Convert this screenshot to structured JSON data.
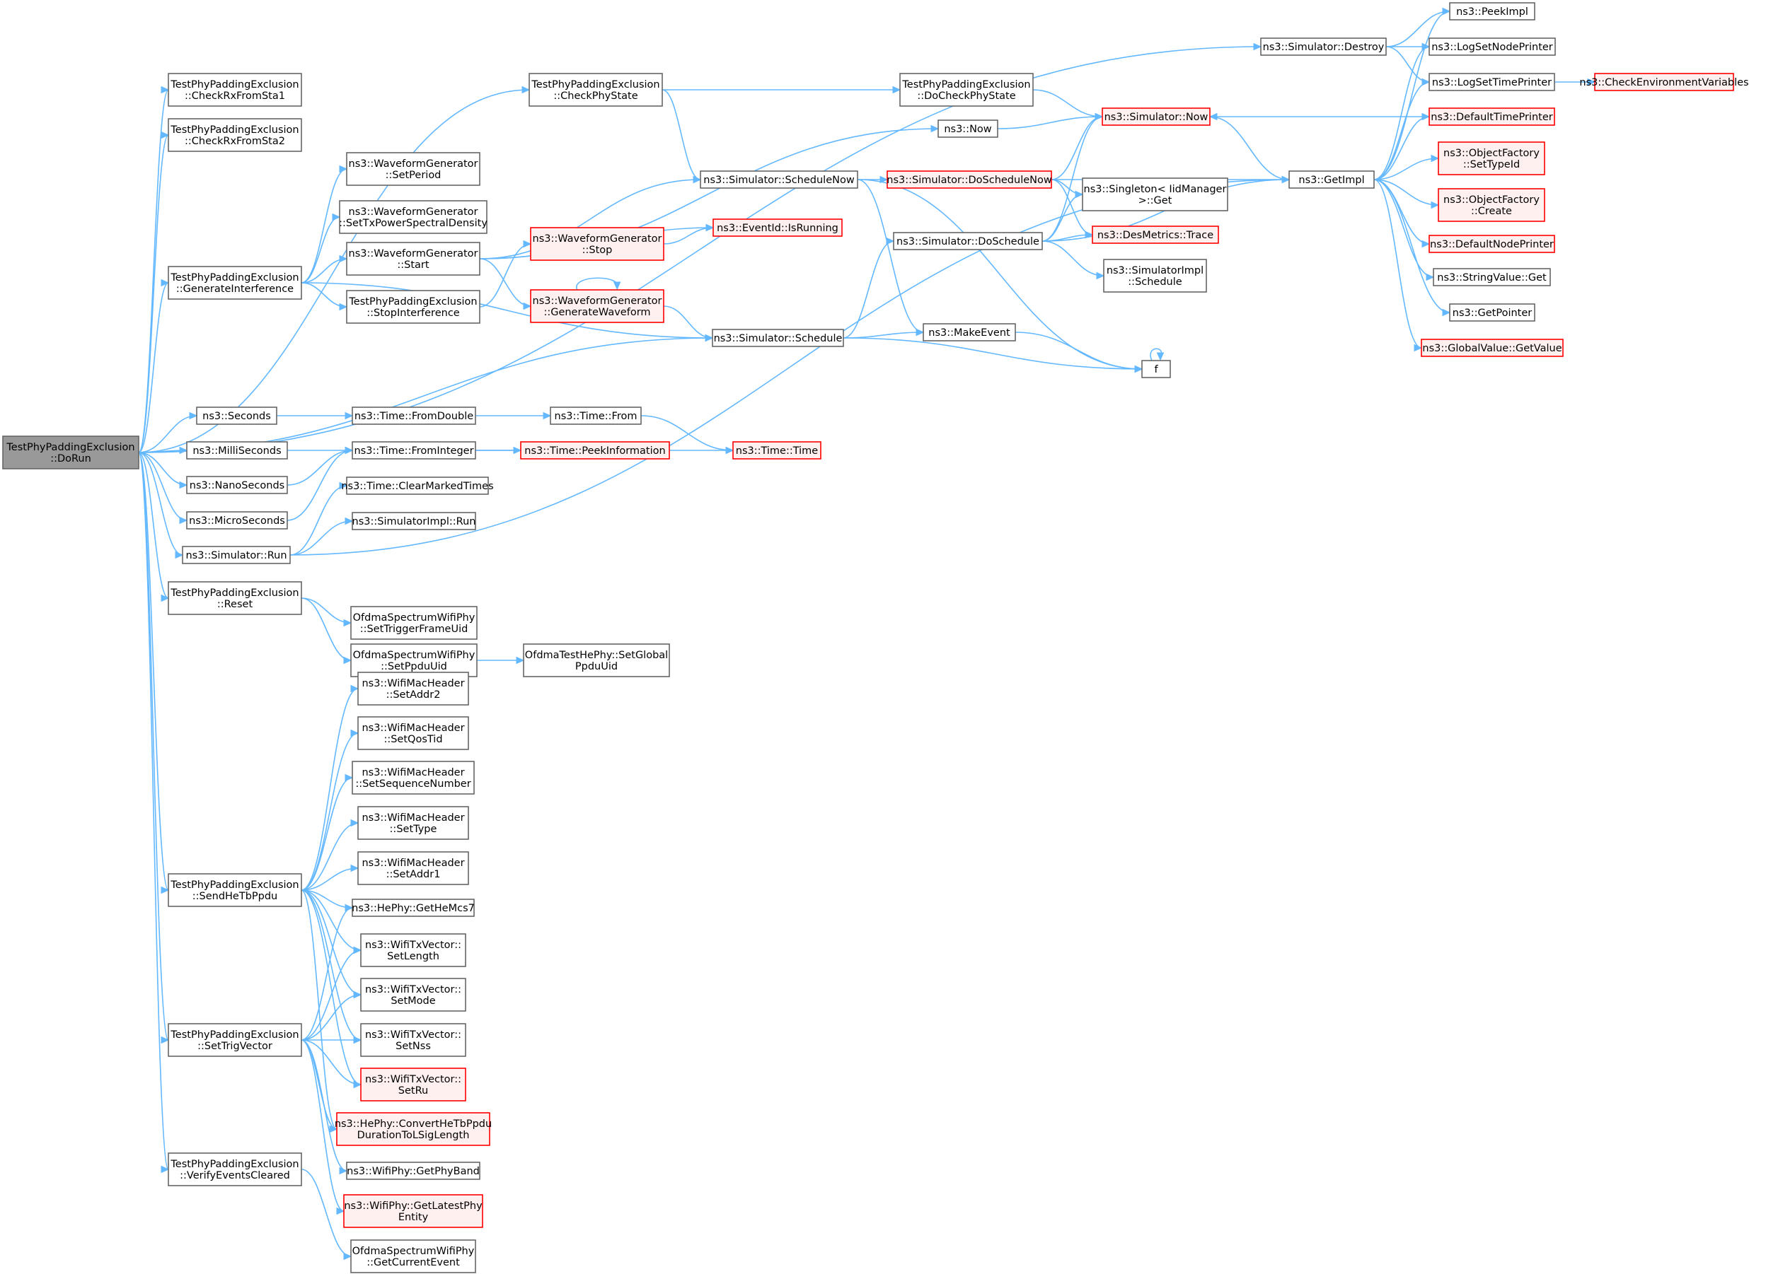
{
  "colors": {
    "edge": "#63b8ff",
    "border_normal": "#666666",
    "border_truncated": "#ff0000",
    "fill_normal": "#ffffff",
    "fill_truncated": "#fff0f0",
    "fill_root": "#999999"
  },
  "nodes": [
    {
      "id": "dorun",
      "lines": [
        "TestPhyPaddingExclusion",
        "::DoRun"
      ],
      "kind": "root"
    },
    {
      "id": "destroy",
      "lines": [
        "ns3::Simulator::Destroy"
      ],
      "kind": "normal"
    },
    {
      "id": "checkrx1",
      "lines": [
        "TestPhyPaddingExclusion",
        "::CheckRxFromSta1"
      ],
      "kind": "normal"
    },
    {
      "id": "checkrx2",
      "lines": [
        "TestPhyPaddingExclusion",
        "::CheckRxFromSta2"
      ],
      "kind": "normal"
    },
    {
      "id": "checkphy",
      "lines": [
        "TestPhyPaddingExclusion",
        "::CheckPhyState"
      ],
      "kind": "normal"
    },
    {
      "id": "docheckphy",
      "lines": [
        "TestPhyPaddingExclusion",
        "::DoCheckPhyState"
      ],
      "kind": "normal"
    },
    {
      "id": "peekimpl",
      "lines": [
        "ns3::PeekImpl"
      ],
      "kind": "normal"
    },
    {
      "id": "lognode",
      "lines": [
        "ns3::LogSetNodePrinter"
      ],
      "kind": "normal"
    },
    {
      "id": "logtime",
      "lines": [
        "ns3::LogSetTimePrinter"
      ],
      "kind": "normal"
    },
    {
      "id": "checkenv",
      "lines": [
        "ns3::CheckEnvironmentVariables"
      ],
      "kind": "truncated"
    },
    {
      "id": "simnow",
      "lines": [
        "ns3::Simulator::Now"
      ],
      "kind": "truncated"
    },
    {
      "id": "deftimep",
      "lines": [
        "ns3::DefaultTimePrinter"
      ],
      "kind": "truncated"
    },
    {
      "id": "now",
      "lines": [
        "ns3::Now"
      ],
      "kind": "normal"
    },
    {
      "id": "setperiod",
      "lines": [
        "ns3::WaveformGenerator",
        "::SetPeriod"
      ],
      "kind": "normal"
    },
    {
      "id": "settxpsd",
      "lines": [
        "ns3::WaveformGenerator",
        "::SetTxPowerSpectralDensity"
      ],
      "kind": "normal"
    },
    {
      "id": "schednow",
      "lines": [
        "ns3::Simulator::ScheduleNow"
      ],
      "kind": "normal"
    },
    {
      "id": "doschednow",
      "lines": [
        "ns3::Simulator::DoScheduleNow"
      ],
      "kind": "truncated"
    },
    {
      "id": "getimpl",
      "lines": [
        "ns3::GetImpl"
      ],
      "kind": "normal"
    },
    {
      "id": "setypeid",
      "lines": [
        "ns3::ObjectFactory",
        "::SetTypeId"
      ],
      "kind": "truncated"
    },
    {
      "id": "singleton",
      "lines": [
        "ns3::Singleton< IidManager",
        ">::Get"
      ],
      "kind": "normal"
    },
    {
      "id": "ofcreate",
      "lines": [
        "ns3::ObjectFactory",
        "::Create"
      ],
      "kind": "truncated"
    },
    {
      "id": "wgstart",
      "lines": [
        "ns3::WaveformGenerator",
        "::Start"
      ],
      "kind": "normal"
    },
    {
      "id": "isrunning",
      "lines": [
        "ns3::EventId::IsRunning"
      ],
      "kind": "truncated"
    },
    {
      "id": "wgstop",
      "lines": [
        "ns3::WaveformGenerator",
        "::Stop"
      ],
      "kind": "truncated"
    },
    {
      "id": "dosched",
      "lines": [
        "ns3::Simulator::DoSchedule"
      ],
      "kind": "normal"
    },
    {
      "id": "destrace",
      "lines": [
        "ns3::DesMetrics::Trace"
      ],
      "kind": "truncated"
    },
    {
      "id": "defnodep",
      "lines": [
        "ns3::DefaultNodePrinter"
      ],
      "kind": "truncated"
    },
    {
      "id": "geninterf",
      "lines": [
        "TestPhyPaddingExclusion",
        "::GenerateInterference"
      ],
      "kind": "normal"
    },
    {
      "id": "implsched",
      "lines": [
        "ns3::SimulatorImpl",
        "::Schedule"
      ],
      "kind": "normal"
    },
    {
      "id": "stopinterf",
      "lines": [
        "TestPhyPaddingExclusion",
        "::StopInterference"
      ],
      "kind": "normal"
    },
    {
      "id": "genwave",
      "lines": [
        "ns3::WaveformGenerator",
        "::GenerateWaveform"
      ],
      "kind": "truncated"
    },
    {
      "id": "strget",
      "lines": [
        "ns3::StringValue::Get"
      ],
      "kind": "normal"
    },
    {
      "id": "getpointer",
      "lines": [
        "ns3::GetPointer"
      ],
      "kind": "normal"
    },
    {
      "id": "makeevent",
      "lines": [
        "ns3::MakeEvent"
      ],
      "kind": "normal"
    },
    {
      "id": "schedule",
      "lines": [
        "ns3::Simulator::Schedule"
      ],
      "kind": "normal"
    },
    {
      "id": "gvget",
      "lines": [
        "ns3::GlobalValue::GetValue"
      ],
      "kind": "truncated"
    },
    {
      "id": "f",
      "lines": [
        "f"
      ],
      "kind": "normal"
    },
    {
      "id": "seconds",
      "lines": [
        "ns3::Seconds"
      ],
      "kind": "normal"
    },
    {
      "id": "fromdouble",
      "lines": [
        "ns3::Time::FromDouble"
      ],
      "kind": "normal"
    },
    {
      "id": "timefrom",
      "lines": [
        "ns3::Time::From"
      ],
      "kind": "normal"
    },
    {
      "id": "millis",
      "lines": [
        "ns3::MilliSeconds"
      ],
      "kind": "normal"
    },
    {
      "id": "fromint",
      "lines": [
        "ns3::Time::FromInteger"
      ],
      "kind": "normal"
    },
    {
      "id": "peekinfo",
      "lines": [
        "ns3::Time::PeekInformation"
      ],
      "kind": "truncated"
    },
    {
      "id": "timetime",
      "lines": [
        "ns3::Time::Time"
      ],
      "kind": "truncated"
    },
    {
      "id": "nanos",
      "lines": [
        "ns3::NanoSeconds"
      ],
      "kind": "normal"
    },
    {
      "id": "clearmarked",
      "lines": [
        "ns3::Time::ClearMarkedTimes"
      ],
      "kind": "normal"
    },
    {
      "id": "micros",
      "lines": [
        "ns3::MicroSeconds"
      ],
      "kind": "normal"
    },
    {
      "id": "implrun",
      "lines": [
        "ns3::SimulatorImpl::Run"
      ],
      "kind": "normal"
    },
    {
      "id": "simrun",
      "lines": [
        "ns3::Simulator::Run"
      ],
      "kind": "normal"
    },
    {
      "id": "reset",
      "lines": [
        "TestPhyPaddingExclusion",
        "::Reset"
      ],
      "kind": "normal"
    },
    {
      "id": "settrigger",
      "lines": [
        "OfdmaSpectrumWifiPhy",
        "::SetTriggerFrameUid"
      ],
      "kind": "normal"
    },
    {
      "id": "setppdu",
      "lines": [
        "OfdmaSpectrumWifiPhy",
        "::SetPpduUid"
      ],
      "kind": "normal"
    },
    {
      "id": "setglobal",
      "lines": [
        "OfdmaTestHePhy::SetGlobal",
        "PpduUid"
      ],
      "kind": "normal"
    },
    {
      "id": "addr2",
      "lines": [
        "ns3::WifiMacHeader",
        "::SetAddr2"
      ],
      "kind": "normal"
    },
    {
      "id": "qostid",
      "lines": [
        "ns3::WifiMacHeader",
        "::SetQosTid"
      ],
      "kind": "normal"
    },
    {
      "id": "seqnum",
      "lines": [
        "ns3::WifiMacHeader",
        "::SetSequenceNumber"
      ],
      "kind": "normal"
    },
    {
      "id": "settype",
      "lines": [
        "ns3::WifiMacHeader",
        "::SetType"
      ],
      "kind": "normal"
    },
    {
      "id": "addr1",
      "lines": [
        "ns3::WifiMacHeader",
        "::SetAddr1"
      ],
      "kind": "normal"
    },
    {
      "id": "sendhe",
      "lines": [
        "TestPhyPaddingExclusion",
        "::SendHeTbPpdu"
      ],
      "kind": "normal"
    },
    {
      "id": "hemcs7",
      "lines": [
        "ns3::HePhy::GetHeMcs7"
      ],
      "kind": "normal"
    },
    {
      "id": "setlength",
      "lines": [
        "ns3::WifiTxVector::",
        "SetLength"
      ],
      "kind": "normal"
    },
    {
      "id": "setmode",
      "lines": [
        "ns3::WifiTxVector::",
        "SetMode"
      ],
      "kind": "normal"
    },
    {
      "id": "settrig",
      "lines": [
        "TestPhyPaddingExclusion",
        "::SetTrigVector"
      ],
      "kind": "normal"
    },
    {
      "id": "setnss",
      "lines": [
        "ns3::WifiTxVector::",
        "SetNss"
      ],
      "kind": "normal"
    },
    {
      "id": "setru",
      "lines": [
        "ns3::WifiTxVector::",
        "SetRu"
      ],
      "kind": "truncated"
    },
    {
      "id": "convert",
      "lines": [
        "ns3::HePhy::ConvertHeTbPpdu",
        "DurationToLSigLength"
      ],
      "kind": "truncated"
    },
    {
      "id": "phyband",
      "lines": [
        "ns3::WifiPhy::GetPhyBand"
      ],
      "kind": "normal"
    },
    {
      "id": "verify",
      "lines": [
        "TestPhyPaddingExclusion",
        "::VerifyEventsCleared"
      ],
      "kind": "normal"
    },
    {
      "id": "latest",
      "lines": [
        "ns3::WifiPhy::GetLatestPhy",
        "Entity"
      ],
      "kind": "truncated"
    },
    {
      "id": "curevent",
      "lines": [
        "OfdmaSpectrumWifiPhy",
        "::GetCurrentEvent"
      ],
      "kind": "normal"
    }
  ],
  "edges": [
    [
      "dorun",
      "destroy"
    ],
    [
      "dorun",
      "checkrx1"
    ],
    [
      "dorun",
      "checkrx2"
    ],
    [
      "dorun",
      "checkphy"
    ],
    [
      "dorun",
      "geninterf"
    ],
    [
      "dorun",
      "schedule"
    ],
    [
      "dorun",
      "seconds"
    ],
    [
      "dorun",
      "millis"
    ],
    [
      "dorun",
      "nanos"
    ],
    [
      "dorun",
      "micros"
    ],
    [
      "dorun",
      "simrun"
    ],
    [
      "dorun",
      "reset"
    ],
    [
      "dorun",
      "sendhe"
    ],
    [
      "dorun",
      "settrig"
    ],
    [
      "dorun",
      "verify"
    ],
    [
      "destroy",
      "peekimpl"
    ],
    [
      "destroy",
      "lognode"
    ],
    [
      "destroy",
      "logtime"
    ],
    [
      "logtime",
      "checkenv"
    ],
    [
      "checkphy",
      "docheckphy"
    ],
    [
      "checkphy",
      "schednow"
    ],
    [
      "docheckphy",
      "simnow"
    ],
    [
      "now",
      "simnow"
    ],
    [
      "simnow",
      "getimpl"
    ],
    [
      "deftimep",
      "simnow"
    ],
    [
      "schednow",
      "doschednow"
    ],
    [
      "schednow",
      "makeevent"
    ],
    [
      "schednow",
      "f"
    ],
    [
      "doschednow",
      "simnow"
    ],
    [
      "doschednow",
      "getimpl"
    ],
    [
      "doschednow",
      "singleton"
    ],
    [
      "doschednow",
      "destrace"
    ],
    [
      "getimpl",
      "peekimpl"
    ],
    [
      "getimpl",
      "lognode"
    ],
    [
      "getimpl",
      "logtime"
    ],
    [
      "getimpl",
      "deftimep"
    ],
    [
      "getimpl",
      "setypeid"
    ],
    [
      "getimpl",
      "ofcreate"
    ],
    [
      "getimpl",
      "defnodep"
    ],
    [
      "getimpl",
      "strget"
    ],
    [
      "getimpl",
      "getpointer"
    ],
    [
      "getimpl",
      "gvget"
    ],
    [
      "geninterf",
      "setperiod"
    ],
    [
      "geninterf",
      "settxpsd"
    ],
    [
      "geninterf",
      "wgstart"
    ],
    [
      "geninterf",
      "stopinterf"
    ],
    [
      "geninterf",
      "schedule"
    ],
    [
      "wgstart",
      "now"
    ],
    [
      "wgstart",
      "schednow"
    ],
    [
      "wgstart",
      "isrunning"
    ],
    [
      "wgstart",
      "genwave"
    ],
    [
      "stopinterf",
      "wgstop"
    ],
    [
      "wgstop",
      "isrunning"
    ],
    [
      "genwave",
      "genwave"
    ],
    [
      "genwave",
      "schedule"
    ],
    [
      "schedule",
      "dosched"
    ],
    [
      "schedule",
      "makeevent"
    ],
    [
      "schedule",
      "f"
    ],
    [
      "dosched",
      "simnow"
    ],
    [
      "dosched",
      "getimpl"
    ],
    [
      "dosched",
      "singleton"
    ],
    [
      "dosched",
      "destrace"
    ],
    [
      "dosched",
      "implsched"
    ],
    [
      "makeevent",
      "f"
    ],
    [
      "f",
      "f"
    ],
    [
      "seconds",
      "fromdouble"
    ],
    [
      "fromdouble",
      "timefrom"
    ],
    [
      "timefrom",
      "timetime"
    ],
    [
      "millis",
      "fromint"
    ],
    [
      "nanos",
      "fromint"
    ],
    [
      "micros",
      "fromint"
    ],
    [
      "fromint",
      "peekinfo"
    ],
    [
      "fromint",
      "timetime"
    ],
    [
      "simrun",
      "clearmarked"
    ],
    [
      "simrun",
      "implrun"
    ],
    [
      "simrun",
      "getimpl"
    ],
    [
      "reset",
      "settrigger"
    ],
    [
      "reset",
      "setppdu"
    ],
    [
      "setppdu",
      "setglobal"
    ],
    [
      "sendhe",
      "addr2"
    ],
    [
      "sendhe",
      "qostid"
    ],
    [
      "sendhe",
      "seqnum"
    ],
    [
      "sendhe",
      "settype"
    ],
    [
      "sendhe",
      "addr1"
    ],
    [
      "sendhe",
      "hemcs7"
    ],
    [
      "sendhe",
      "setlength"
    ],
    [
      "sendhe",
      "setmode"
    ],
    [
      "sendhe",
      "setnss"
    ],
    [
      "sendhe",
      "setru"
    ],
    [
      "sendhe",
      "convert"
    ],
    [
      "settrig",
      "hemcs7"
    ],
    [
      "settrig",
      "setlength"
    ],
    [
      "settrig",
      "setmode"
    ],
    [
      "settrig",
      "setnss"
    ],
    [
      "settrig",
      "setru"
    ],
    [
      "settrig",
      "convert"
    ],
    [
      "settrig",
      "phyband"
    ],
    [
      "settrig",
      "latest"
    ],
    [
      "verify",
      "curevent"
    ]
  ]
}
